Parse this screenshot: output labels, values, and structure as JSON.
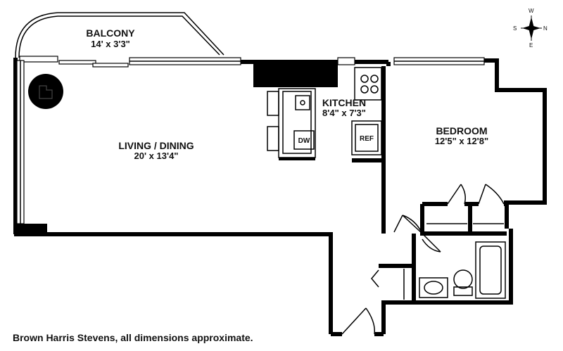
{
  "rooms": {
    "balcony": {
      "name": "BALCONY",
      "dims": "14' x 3'3\""
    },
    "living": {
      "name": "LIVING / DINING",
      "dims": "20' x 13'4\""
    },
    "kitchen": {
      "name": "KITCHEN",
      "dims": "8'4\" x 7'3\""
    },
    "bedroom": {
      "name": "BEDROOM",
      "dims": "12'5\" x 12'8\""
    }
  },
  "appliances": {
    "dishwasher": "DW",
    "refrigerator": "REF"
  },
  "compass": {
    "n": "N",
    "s": "S",
    "e": "E",
    "w": "W"
  },
  "footer": "Brown Harris Stevens, all dimensions approximate."
}
